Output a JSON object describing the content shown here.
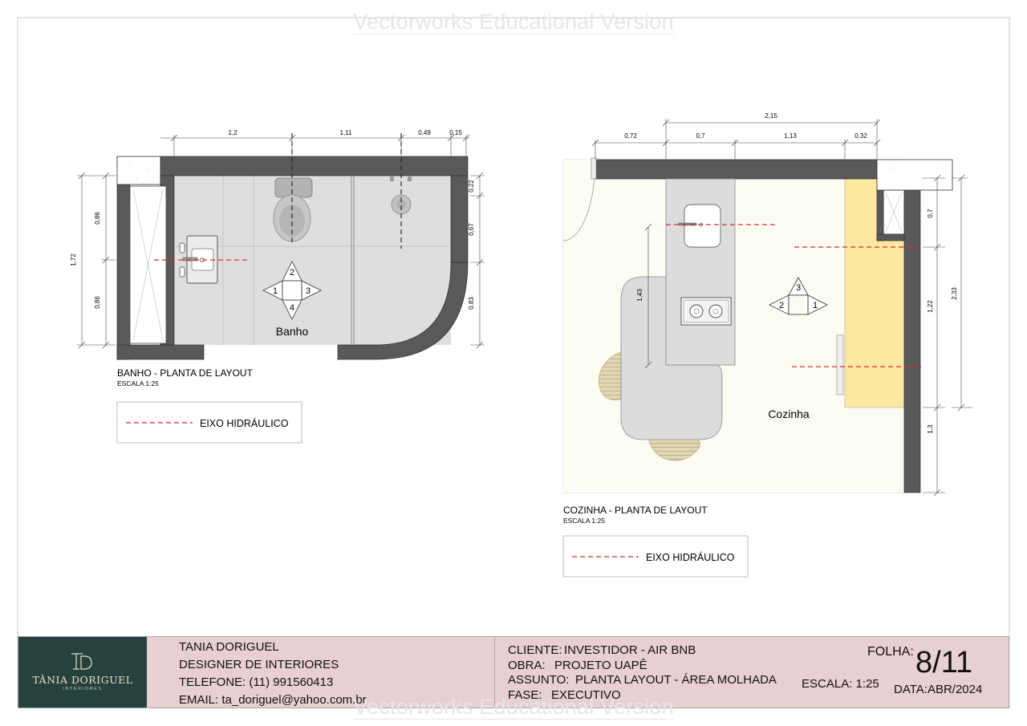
{
  "watermark": "Vectorworks Educational Version",
  "bath": {
    "dims_top": [
      "1,2",
      "1,11",
      "0,49",
      "0,15"
    ],
    "dims_left": [
      "0,86",
      "1,72",
      "0,86"
    ],
    "dims_right": [
      "0,22",
      "0,67",
      "0,83"
    ],
    "room_label": "Banho",
    "elevation_marks": [
      "1",
      "2",
      "3",
      "4"
    ],
    "title": "BANHO - PLANTA DE LAYOUT",
    "scale": "ESCALA 1:25",
    "legend": "EIXO HIDRÁULICO"
  },
  "kitchen": {
    "dim_overall": "2,15",
    "dims_top": [
      "0,72",
      "0,7",
      "1,13",
      "0,32"
    ],
    "dim_island": "1,43",
    "dims_right_inner": [
      "0,7",
      "1,22",
      "1,3"
    ],
    "dim_right_outer": "2,33",
    "room_label": "Cozinha",
    "elevation_marks": [
      "1",
      "2",
      "3"
    ],
    "title": "COZINHA - PLANTA DE LAYOUT",
    "scale": "ESCALA 1:25",
    "legend": "EIXO HIDRÁULICO"
  },
  "titleblock": {
    "logo_brand": "TÂNIA DORIGUEL",
    "logo_sub": "INTERIORES",
    "name": "TANIA DORIGUEL",
    "role": "DESIGNER DE INTERIORES",
    "phone": "TELEFONE: (11) 991560413",
    "email": "EMAIL: ta_doriguel@yahoo.com.br",
    "cliente_k": "CLIENTE:",
    "cliente_v": "INVESTIDOR  - AIR BNB",
    "obra_k": "OBRA:",
    "obra_v": "PROJETO UAPÊ",
    "assunto_k": "ASSUNTO:",
    "assunto_v": "PLANTA LAYOUT - ÁREA MOLHADA",
    "fase_k": "FASE:",
    "fase_v": "EXECUTIVO",
    "folha_k": "FOLHA:",
    "folha_v": "8/11",
    "escala": "ESCALA: 1:25",
    "data_k": "DATA:",
    "data_v": "ABR/2024"
  },
  "colors": {
    "wall": "#595959",
    "floor": "#dedede",
    "counter": "#fde8a0",
    "hydraulic": "#d62d2d",
    "logo_bg": "#26423f",
    "titleblock_bg": "#e8cfd2"
  }
}
